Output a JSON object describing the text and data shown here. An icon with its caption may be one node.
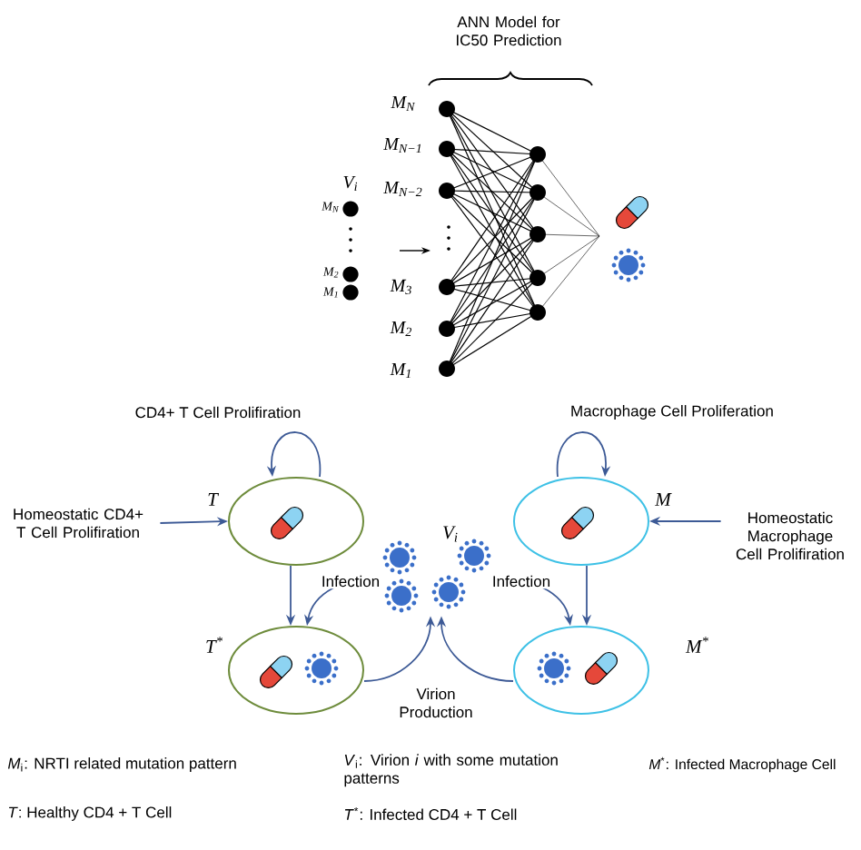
{
  "diagram": {
    "nodes": [
      {
        "text": [
          "T"
        ]
      },
      {
        "text": [
          "M"
        ]
      },
      {
        "text": [
          "Homeostatic CD4+ T Cell Prolifiration"
        ]
      },
      {
        "text": [
          "Homeostatic Macrophage Cell Prolifiration"
        ]
      },
      {
        "text": [
          "V$_{i}$"
        ]
      },
      {
        "text": [
          "T$^{*}$"
        ]
      },
      {
        "text": [
          "M$^{*}$"
        ]
      }
    ],
    "edges": [
      {
        "from": 0,
        "to": 0,
        "arrow": "to",
        "label": "CD4+ T Cell Prolifiration"
      },
      {
        "from": 1,
        "to": 1,
        "arrow": "to",
        "label": "Macrophage Cell Proliferation"
      },
      {
        "from": 2,
        "to": 0,
        "arrow": "to"
      },
      {
        "from": 3,
        "to": 1,
        "arrow": "to"
      },
      {
        "from": 0,
        "to": 5,
        "arrow": "to"
      },
      {
        "from": 1,
        "to": 6,
        "arrow": "to"
      },
      {
        "from": 4,
        "to": 5,
        "arrow": "to",
        "label": "Infection"
      },
      {
        "from": 4,
        "to": 6,
        "arrow": "to",
        "label": "Infection"
      },
      {
        "from": 5,
        "to": 4,
        "arrow": "to",
        "label": "Virion Production"
      },
      {
        "from": 6,
        "to": 4,
        "arrow": "to"
      }
    ],
    "labels": [
      "ANN Model for IC50 Prediction",
      "M$_{N}$",
      "M$_{N−1}$",
      "M$_{N−2}$",
      "V$_{i}$",
      "M$_{N}$",
      "M$_{2}$",
      "M$_{1}$",
      "M$_{3}$",
      "M$_{2}$",
      "M$_{1}$",
      "*M*$_{i}$: NRTI related mutation pattern",
      "*V*$_{i}$: Virion *i* with some mutation patterns",
      "*M*$^{*}$: Infected Macrophage Cell",
      "*T*: Healthy CD4 + T Cell",
      "*T*$^{*}$: Infected CD4 + T Cell"
    ]
  }
}
